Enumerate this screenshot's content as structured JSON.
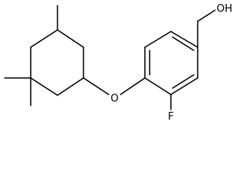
{
  "structure": {
    "labels": {
      "hydroxyl": "OH",
      "fluorine": "F",
      "ether_oxygen": "O"
    },
    "colors": {
      "bond": "#000000",
      "text": "#000000",
      "background": "#ffffff"
    }
  }
}
